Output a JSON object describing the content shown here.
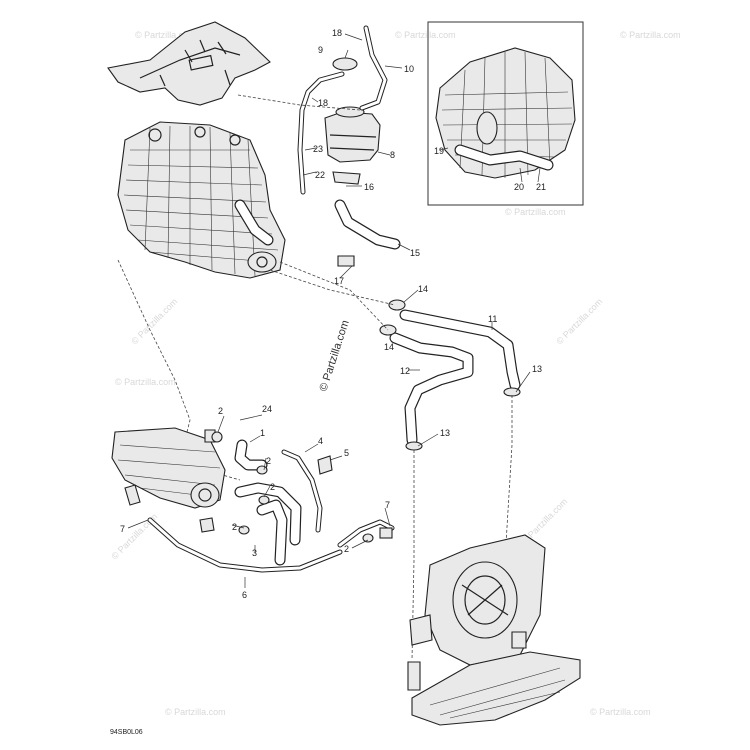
{
  "watermark": {
    "site": "© Partzilla.com",
    "main": "© Partzilla.com"
  },
  "drawing_number": "94SB0L06",
  "callouts": {
    "c1": "1",
    "c2a": "2",
    "c2b": "2",
    "c2c": "2",
    "c2d": "2",
    "c2e": "2",
    "c3": "3",
    "c4": "4",
    "c5": "5",
    "c6": "6",
    "c7a": "7",
    "c7b": "7",
    "c8": "8",
    "c9": "9",
    "c10": "10",
    "c11": "11",
    "c12": "12",
    "c13a": "13",
    "c13b": "13",
    "c14a": "14",
    "c14b": "14",
    "c15": "15",
    "c16": "16",
    "c17": "17",
    "c18a": "18",
    "c18b": "18",
    "c19": "19",
    "c20": "20",
    "c21": "21",
    "c22": "22",
    "c23": "23",
    "c24": "24"
  }
}
